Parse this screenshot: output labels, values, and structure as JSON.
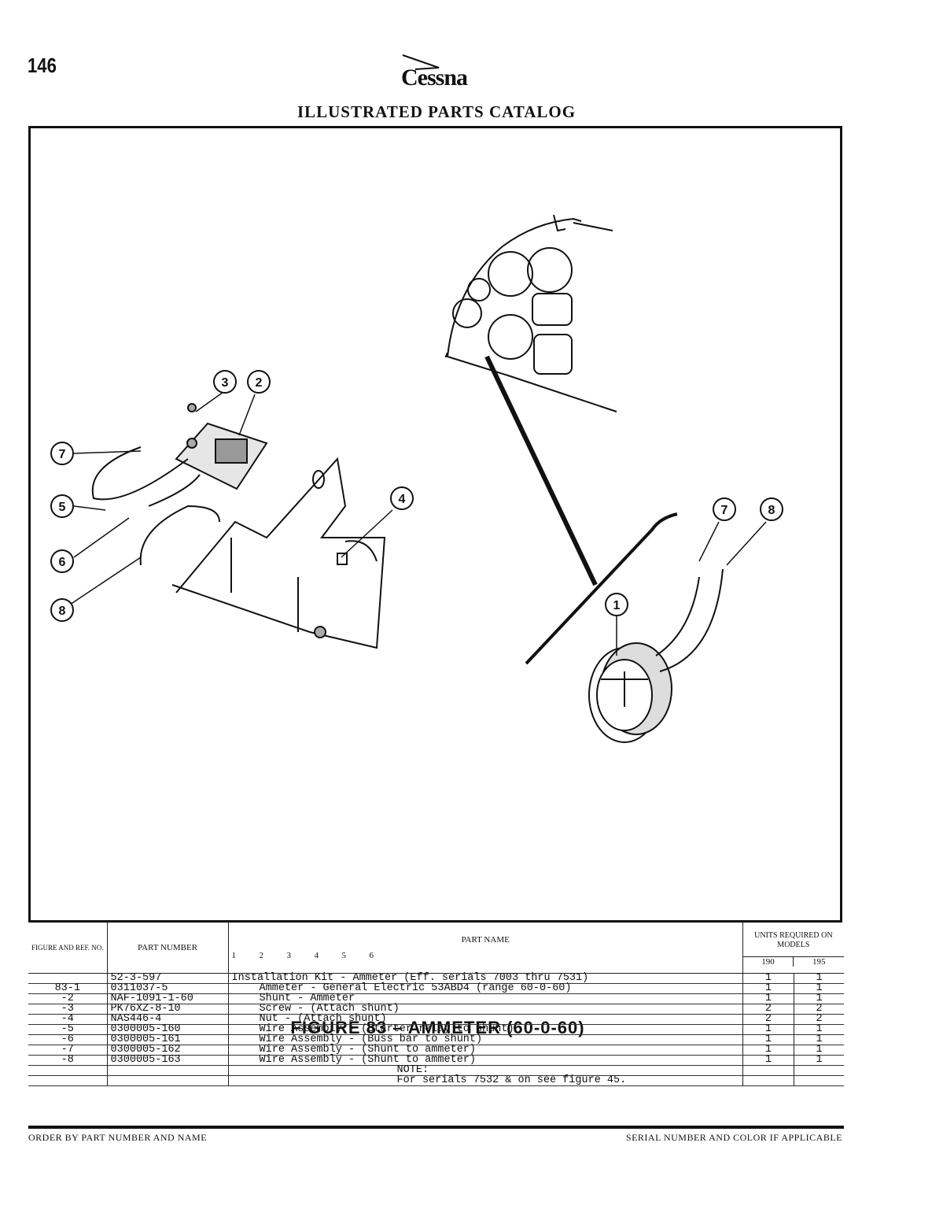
{
  "page_number": "146",
  "brand": "Cessna",
  "catalog_title": "ILLUSTRATED PARTS CATALOG",
  "figure_caption": "FIGURE 83 – AMMETER (60-0-60)",
  "callouts": [
    "1",
    "2",
    "3",
    "4",
    "5",
    "6",
    "7",
    "8",
    "7",
    "8"
  ],
  "table": {
    "headers": {
      "figure_ref": "FIGURE AND REF. NO.",
      "part_number": "PART NUMBER",
      "part_name": "PART NAME",
      "indent_levels": [
        "1",
        "2",
        "3",
        "4",
        "5",
        "6"
      ],
      "units_required": "UNITS REQUIRED ON MODELS",
      "models": [
        "190",
        "195"
      ]
    },
    "rows": [
      {
        "ref": "",
        "part_number": "52-3-597",
        "indent": 0,
        "name": "Installation Kit - Ammeter (Eff. serials 7003 thru 7531)",
        "q190": "1",
        "q195": "1"
      },
      {
        "ref": "83-1",
        "part_number": "0311037-5",
        "indent": 1,
        "name": "Ammeter - General Electric 53ABD4 (range 60-0-60)",
        "q190": "1",
        "q195": "1"
      },
      {
        "ref": "-2",
        "part_number": "NAF-1091-1-60",
        "indent": 1,
        "name": "Shunt - Ammeter",
        "q190": "1",
        "q195": "1"
      },
      {
        "ref": "-3",
        "part_number": "PK76XZ-8-10",
        "indent": 1,
        "name": "Screw - (Attach shunt)",
        "q190": "2",
        "q195": "2"
      },
      {
        "ref": "-4",
        "part_number": "NAS446-4",
        "indent": 1,
        "name": "Nut - (Attach shunt)",
        "q190": "2",
        "q195": "2"
      },
      {
        "ref": "-5",
        "part_number": "0300005-160",
        "indent": 1,
        "name": "Wire Assembly - (Starter relay to shunt)",
        "q190": "1",
        "q195": "1"
      },
      {
        "ref": "-6",
        "part_number": "0300005-161",
        "indent": 1,
        "name": "Wire Assembly - (Buss bar to shunt)",
        "q190": "1",
        "q195": "1"
      },
      {
        "ref": "-7",
        "part_number": "0300005-162",
        "indent": 1,
        "name": "Wire Assembly - (Shunt to ammeter)",
        "q190": "1",
        "q195": "1"
      },
      {
        "ref": "-8",
        "part_number": "0300005-163",
        "indent": 1,
        "name": "Wire Assembly - (Shunt to ammeter)",
        "q190": "1",
        "q195": "1"
      },
      {
        "ref": "",
        "part_number": "",
        "indent": 6,
        "name": "NOTE:",
        "q190": "",
        "q195": ""
      },
      {
        "ref": "",
        "part_number": "",
        "indent": 6,
        "name": "For serials 7532 & on see figure 45.",
        "q190": "",
        "q195": ""
      }
    ]
  },
  "footer": {
    "left": "ORDER BY PART NUMBER AND NAME",
    "right": "SERIAL NUMBER AND COLOR IF APPLICABLE"
  }
}
